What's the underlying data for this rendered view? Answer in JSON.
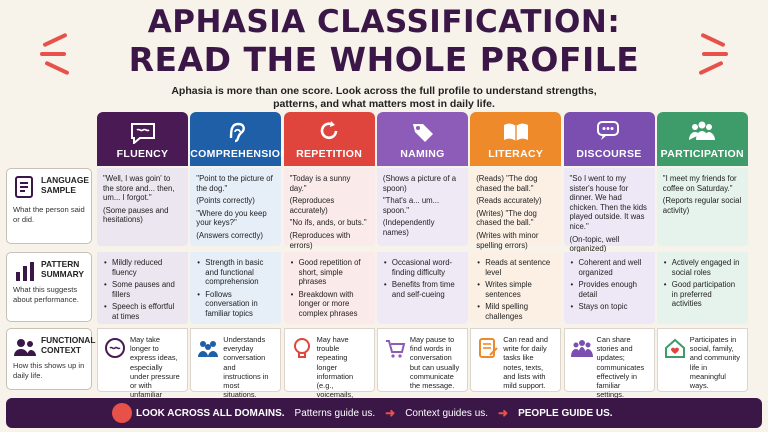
{
  "title": {
    "line1": "APHASIA CLASSIFICATION:",
    "line2": "READ THE WHOLE PROFILE"
  },
  "subtitle": "Aphasia is more than one score. Look across the full profile to understand strengths, patterns, and what matters most in daily life.",
  "rows": [
    {
      "title": "LANGUAGE\nSAMPLE",
      "desc": "What the person said or did."
    },
    {
      "title": "PATTERN\nSUMMARY",
      "desc": "What this suggests about performance."
    },
    {
      "title": "FUNCTIONAL\nCONTEXT",
      "desc": "How this shows up in daily life."
    }
  ],
  "columns": [
    {
      "label": "FLUENCY",
      "color": "#4a1a55",
      "icon": "speech-bubble-icon",
      "sample": [
        "\"Well, I was goin' to the store and... then, um... I forgot.\"",
        "(Some pauses and hesitations)"
      ],
      "pattern": [
        "Mildly reduced fluency",
        "Some pauses and fillers",
        "Speech is effortful at times"
      ],
      "functional": "May take longer to express ideas, especially under pressure or with unfamiliar people."
    },
    {
      "label": "COMPREHENSION",
      "color": "#1f5fa8",
      "icon": "ear-icon",
      "sample": [
        "\"Point to the picture of the dog.\"",
        "(Points correctly)",
        "\"Where do you keep your keys?\"",
        "(Answers correctly)"
      ],
      "pattern": [
        "Strength in basic and functional comprehension",
        "Follows conversation in familiar topics"
      ],
      "functional": "Understands everyday conversation and instructions in most situations."
    },
    {
      "label": "REPETITION",
      "color": "#e0453d",
      "icon": "repeat-icon",
      "sample": [
        "\"Today is a sunny day.\"",
        "(Reproduces accurately)",
        "\"No ifs, ands, or buts.\"",
        "(Reproduces with errors)"
      ],
      "pattern": [
        "Good repetition of short, simple phrases",
        "Breakdown with longer or more complex phrases"
      ],
      "functional": "May have trouble repeating longer information (e.g., voicemails, medical instructions)."
    },
    {
      "label": "NAMING",
      "color": "#8d5bb8",
      "icon": "tag-icon",
      "sample": [
        "(Shows a picture of a spoon)",
        "\"That's a... um... spoon.\"",
        "(Independently names)"
      ],
      "pattern": [
        "Occasional word-finding difficulty",
        "Benefits from time and self-cueing"
      ],
      "functional": "May pause to find words in conversation but can usually communicate the message."
    },
    {
      "label": "LITERACY",
      "color": "#ef8a2b",
      "icon": "book-icon",
      "sample": [
        "(Reads) \"The dog chased the ball.\"",
        "(Reads accurately)",
        "(Writes) \"The dog chased the ball.\"",
        "(Writes with minor spelling errors)"
      ],
      "pattern": [
        "Reads at sentence level",
        "Writes simple sentences",
        "Mild spelling challenges"
      ],
      "functional": "Can read and write for daily tasks like notes, texts, and lists with mild support."
    },
    {
      "label": "DISCOURSE",
      "color": "#7b4fb0",
      "icon": "chat-bubbles-icon",
      "sample": [
        "\"So I went to my sister's house for dinner. We had chicken. Then the kids played outside. It was nice.\"",
        "(On-topic, well organized)"
      ],
      "pattern": [
        "Coherent and well organized",
        "Provides enough detail",
        "Stays on topic"
      ],
      "functional": "Can share stories and updates; communicates effectively in familiar settings."
    },
    {
      "label": "PARTICIPATION",
      "color": "#3e9c6b",
      "icon": "people-icon",
      "sample": [
        "\"I meet my friends for coffee on Saturday.\"",
        "(Reports regular social activity)"
      ],
      "pattern": [
        "Actively engaged in social roles",
        "Good participation in preferred activities"
      ],
      "functional": "Participates in social, family, and community life in meaningful ways."
    }
  ],
  "footer": {
    "part1": "LOOK ACROSS ALL DOMAINS.",
    "part2": "Patterns guide us.",
    "part3": "Context guides us.",
    "part4": "PEOPLE GUIDE US."
  }
}
